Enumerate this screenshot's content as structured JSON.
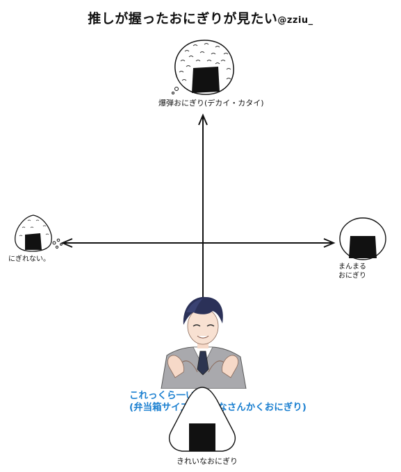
{
  "title": {
    "main": "推しが握ったおにぎりが見たい",
    "handle": "@zziu_"
  },
  "axes": {
    "top_label": "爆弾おにぎり(デカイ・カタイ)",
    "left_label": "にぎれない。",
    "right_label_line1": "まんまる",
    "right_label_line2": "おにぎり",
    "bottom_label": "きれいなおにぎり"
  },
  "caption": {
    "line1": "これっくら一いの！",
    "line2": "(弁当箱サイズの綺麗なさんかくおにぎり)"
  },
  "colors": {
    "caption": "#1a7fd0",
    "nori": "#111111",
    "hair": "#2b3158",
    "suit": "#a9a9ad"
  },
  "icons": {
    "top": "bomb-onigiri-icon",
    "left": "crumbling-onigiri-icon",
    "right": "round-onigiri-icon",
    "bottom": "triangle-onigiri-icon",
    "character": "character-illustration"
  }
}
